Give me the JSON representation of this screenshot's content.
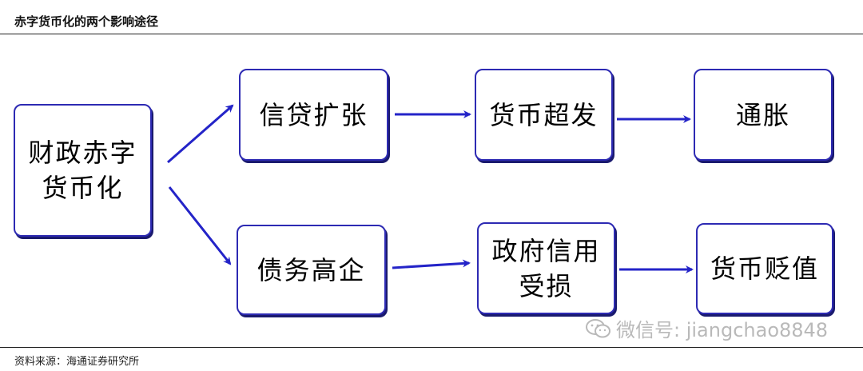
{
  "title": "赤字货币化的两个影响途径",
  "source": "资料来源：海通证券研究所",
  "watermark": {
    "text": "微信号: jiangchao8848",
    "icon": "wechat-icon"
  },
  "colors": {
    "box_border": "#2d2ab3",
    "arrow": "#2424c8"
  },
  "nodes": {
    "root": {
      "line1": "财政赤字",
      "line2": "货币化"
    },
    "credit": {
      "label": "信贷扩张"
    },
    "money": {
      "label": "货币超发"
    },
    "inflation": {
      "label": "通胀"
    },
    "debt": {
      "label": "债务高企"
    },
    "gov_credit": {
      "line1": "政府信用",
      "line2": "受损"
    },
    "devalue": {
      "label": "货币贬值"
    }
  },
  "edges": [
    {
      "from": "root",
      "to": "credit"
    },
    {
      "from": "credit",
      "to": "money"
    },
    {
      "from": "money",
      "to": "inflation"
    },
    {
      "from": "root",
      "to": "debt"
    },
    {
      "from": "debt",
      "to": "gov_credit"
    },
    {
      "from": "gov_credit",
      "to": "devalue"
    }
  ]
}
